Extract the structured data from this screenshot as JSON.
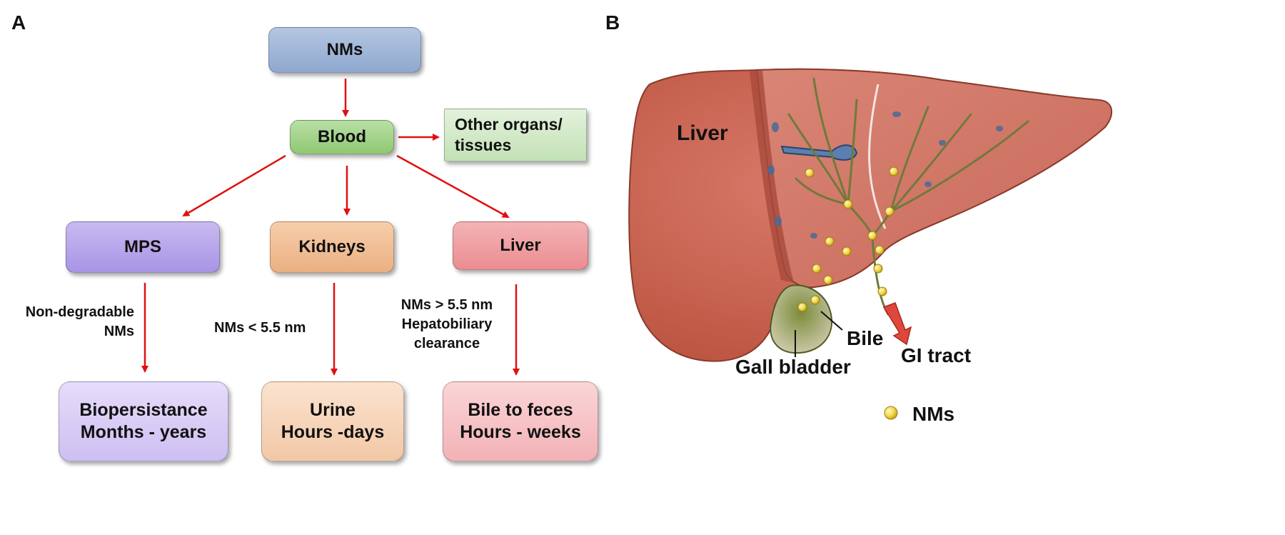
{
  "panel_a": {
    "letter": "A",
    "boxes": {
      "nms": "NMs",
      "blood": "Blood",
      "other_organs": "Other organs/\ntissues",
      "mps": "MPS",
      "kidneys": "Kidneys",
      "liver": "Liver",
      "biopersistance": "Biopersistance\nMonths - years",
      "urine": "Urine\nHours -days",
      "bile_to_feces": "Bile to feces\nHours - weeks"
    },
    "notes": {
      "mps_note": "Non-degradable\nNMs",
      "kidneys_note": "NMs < 5.5 nm",
      "liver_note": "NMs > 5.5 nm\nHepatobiliary\nclearance"
    },
    "colors": {
      "arrow": "#e01010",
      "nms_box": "#9fb6da",
      "blood_box": "#9fd287",
      "other_box": "#d2ebc6",
      "mps_box": "#b7a5eb",
      "kidneys_box": "#f0bf97",
      "liver_box": "#ef9fa3"
    }
  },
  "panel_b": {
    "letter": "B",
    "labels": {
      "liver": "Liver",
      "bile": "Bile",
      "gi_tract": "GI tract",
      "gall_bladder": "Gall bladder"
    },
    "legend": {
      "marker": "nanoparticle-dot",
      "label": "NMs"
    },
    "colors": {
      "liver_surface": "#c8624c",
      "liver_section": "#d27866",
      "bile_duct": "#6f7a3a",
      "nm_dot": "#f2d94a",
      "gi_arrow": "#e0473c"
    }
  }
}
